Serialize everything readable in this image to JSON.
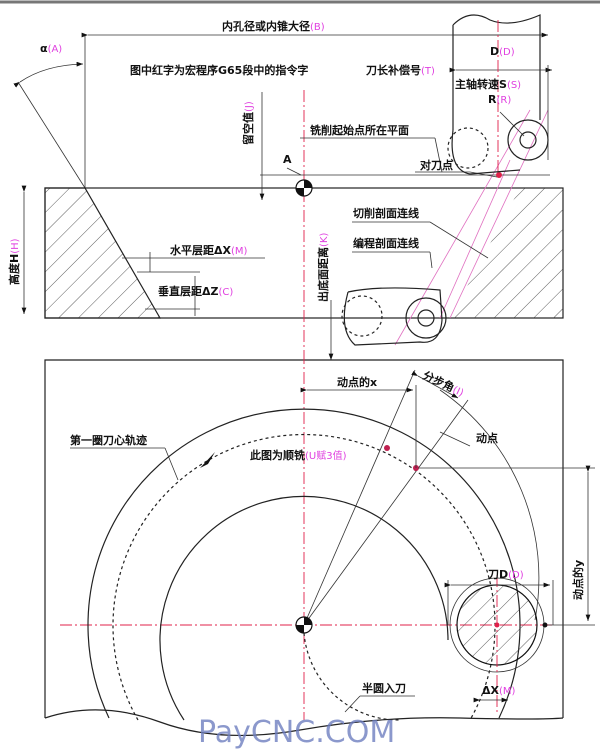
{
  "colors": {
    "accent": "#e040e0",
    "centerline": "#e0204a"
  },
  "top": {
    "bore_diameter": "内孔径或内锥大径",
    "bore_code": "(B)",
    "alpha": "α",
    "alpha_code": "(A)",
    "note": "图中红字为宏程序G65段中的指令字",
    "tool_d": "D",
    "tool_d_code": "(D)",
    "length_comp": "刀长补偿号",
    "length_comp_code": "(T)",
    "spindle": "主轴转速S",
    "spindle_code": "(S)",
    "radius": "R",
    "radius_code": "(R)",
    "start_plane": "铣削起始点所在平面",
    "clearance": "留空值",
    "clearance_code": "(J)",
    "point_a": "A",
    "tool_set_point": "对刀点",
    "height": "高度H",
    "height_code": "(H)",
    "horizontal_step": "水平层距ΔX",
    "horizontal_step_code": "(M)",
    "vertical_step": "垂直层距ΔZ",
    "vertical_step_code": "(C)",
    "bottom_distance": "出底面距离",
    "bottom_distance_code": "(K)",
    "cutting_profile": "切削剖面连线",
    "programmed_profile": "编程剖面连线"
  },
  "bottom": {
    "moving_x": "动点的x",
    "step_angle": "分步角",
    "step_angle_code": "(I)",
    "first_path": "第一圈刀心轨迹",
    "climb_note": "此图为顺铣",
    "climb_code": "(U赋3值)",
    "moving_point": "动点",
    "moving_y": "动点的y",
    "cutter_d": "刀D",
    "cutter_d_code": "(D)",
    "semicircle_entry": "半圆入刀",
    "delta_x": "ΔX",
    "delta_x_code": "(M)"
  },
  "watermark": "PayCNC.COM"
}
